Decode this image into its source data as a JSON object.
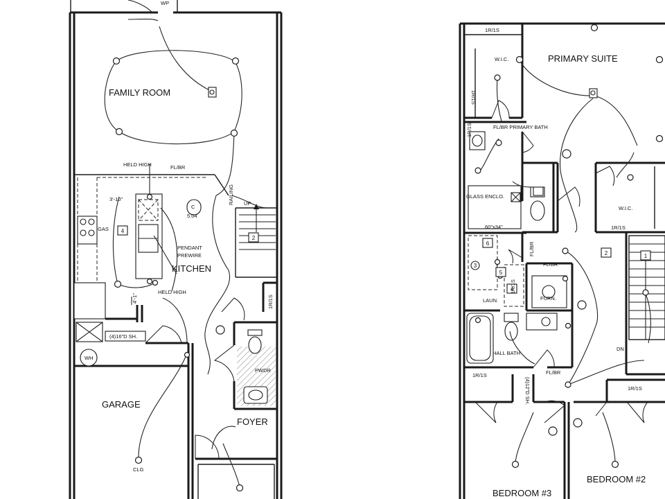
{
  "rooms": {
    "family_room": "FAMILY ROOM",
    "kitchen": "KITCHEN",
    "garage": "GARAGE",
    "foyer": "FOYER",
    "pwdr": "PWDR",
    "primary_suite": "PRIMARY SUITE",
    "wic_primary": "W.I.C.",
    "wic_2": "W.I.C.",
    "primary_bath": "FL/BR PRIMARY BATH",
    "glass_enclo": "GLASS ENCLO.",
    "laun": "LAUN.",
    "furn": "FURN.",
    "hall_bath": "HALL BATH",
    "bedroom_3": "BEDROOM #3",
    "bedroom_2": "BEDROOM #2"
  },
  "notes": {
    "wp": "WP",
    "held_high_top": "HELD HIGH",
    "held_high_bottom": "HELD HIGH",
    "fl_br_kitchen": "FL/BR",
    "dim_3_10": "3'-10\"",
    "callout_c": "C",
    "callout_504": "5.04",
    "pendant": "PENDANT",
    "prewire": "PREWIRE",
    "gas": "GAS",
    "railing": "RAILING",
    "up": "UP",
    "shelf_sh": "(4)16\"D SH.",
    "wh": "WH",
    "clg": "CLG",
    "dim_4_1": "4'-1\"",
    "shelf_1r1s_a": "1R/1S",
    "shelf_1r1s_b": "1R/1S",
    "shelf_1r1s_c": "1R/1S",
    "shelf_1r1s_d": "1R/1S",
    "shelf_1r1s_e": "1R/1S",
    "shelf_1r1s_f": "1R/1S",
    "shelf_1r1s_g": "1R/1S",
    "shelf_1r1s_h": "1R/1S",
    "fl_br_a": "FL/BR",
    "fl_br_b": "FL/BR",
    "fl_br_c": "FL/BR",
    "shower_size": "60\"x34\"",
    "dn": "DN",
    "sh_4": "(4)12\"D SH."
  },
  "tags": {
    "t4_kitchen": "4",
    "t2_stair": "2",
    "t6": "6",
    "t5": "5",
    "t4_laun": "4",
    "t2_hall": "2",
    "t1_stair": "1",
    "t3": "3"
  },
  "colors": {
    "line": "#1a1a1a",
    "paper": "#ffffff",
    "hatch": "#555555"
  }
}
